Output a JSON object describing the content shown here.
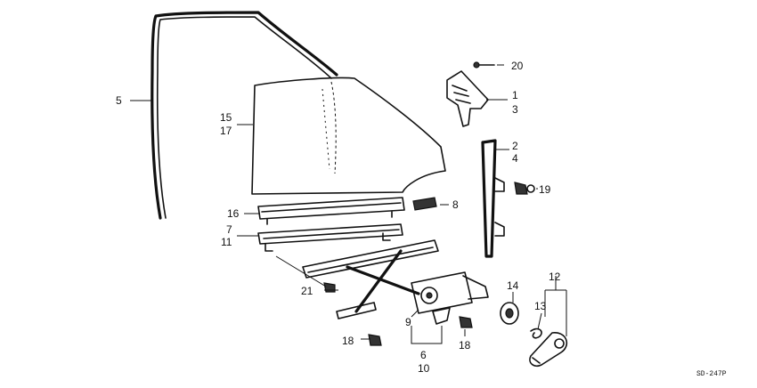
{
  "callouts": {
    "c1": "1",
    "c2": "2",
    "c3": "3",
    "c4": "4",
    "c5": "5",
    "c6": "6",
    "c7": "7",
    "c8": "8",
    "c9": "9",
    "c10": "10",
    "c11": "11",
    "c12": "12",
    "c13": "13",
    "c14": "14",
    "c15": "15",
    "c16": "16",
    "c17": "17",
    "c18a": "18",
    "c18b": "18",
    "c19": "19",
    "c20": "20",
    "c21": "21"
  },
  "drawing_code": "SD-247P"
}
